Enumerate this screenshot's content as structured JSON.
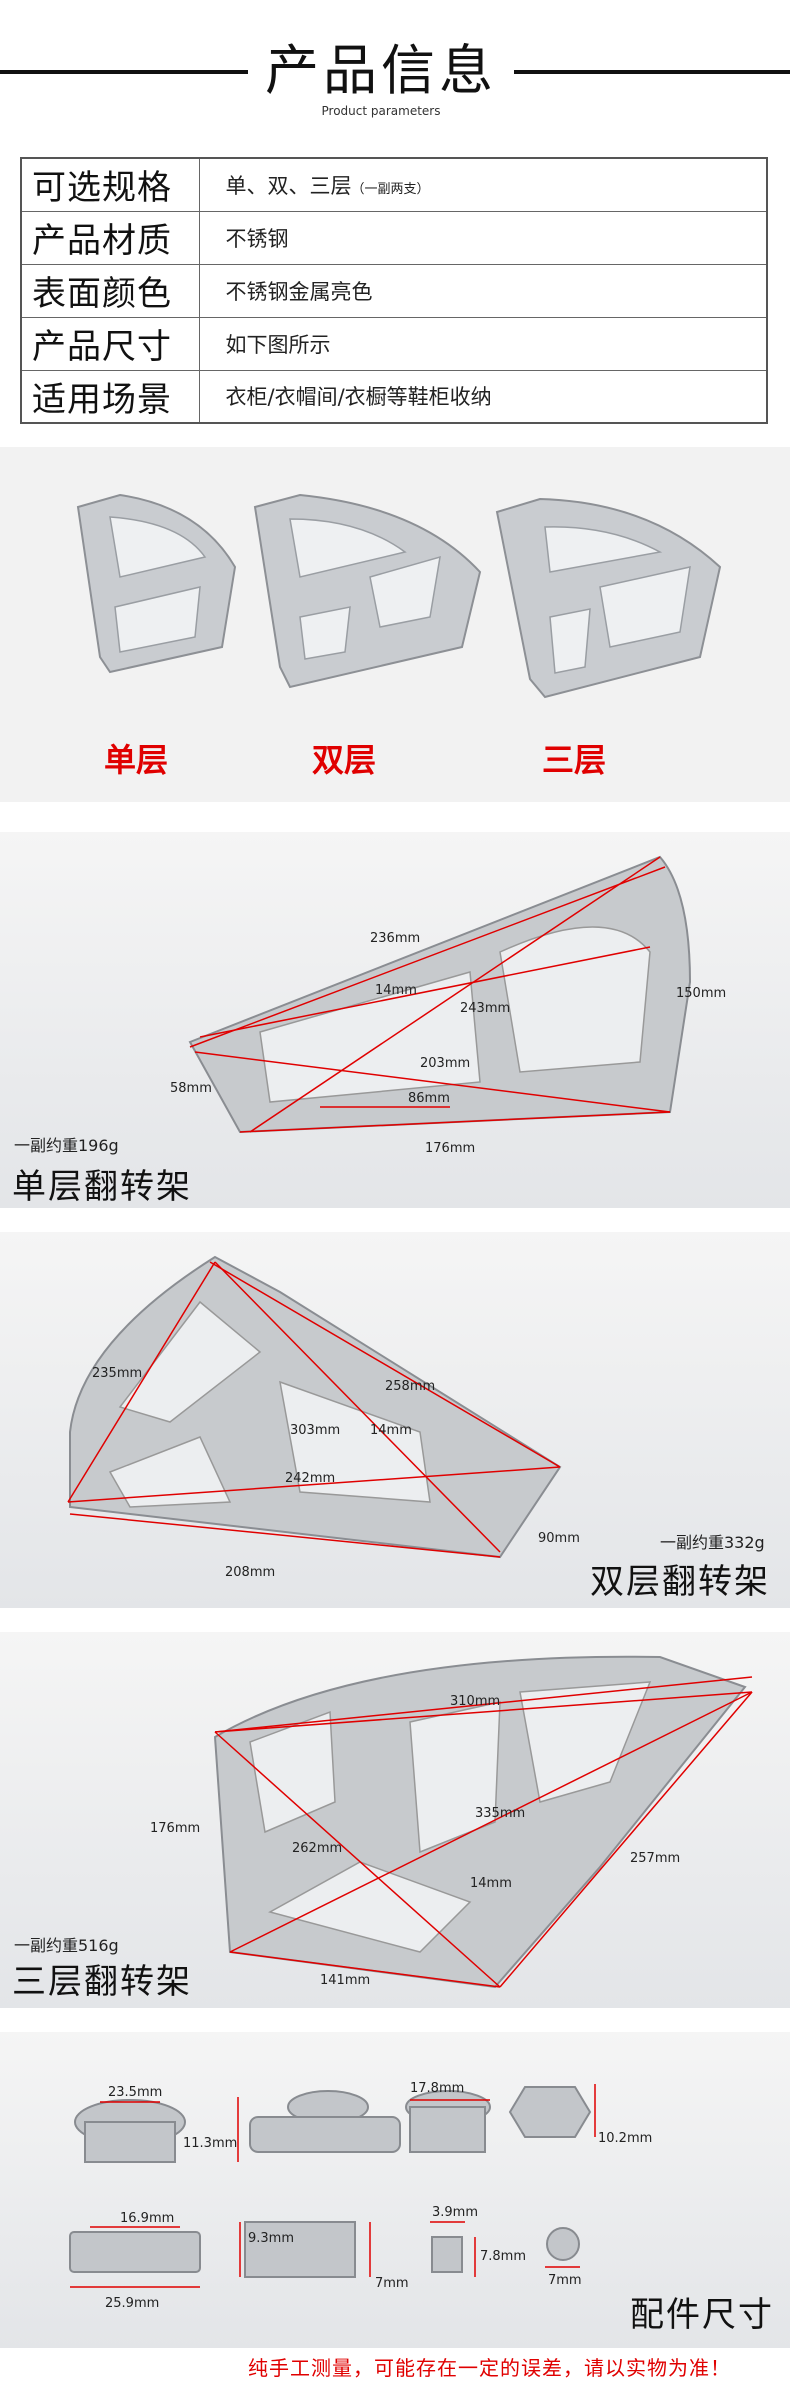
{
  "header": {
    "title": "产品信息",
    "subtitle": "Product parameters"
  },
  "spec_rows": [
    {
      "key": "可选规格",
      "value": "单、双、三层",
      "note": "（一副两支）"
    },
    {
      "key": "产品材质",
      "value": "不锈钢",
      "note": ""
    },
    {
      "key": "表面颜色",
      "value": "不锈钢金属亮色",
      "note": ""
    },
    {
      "key": "产品尺寸",
      "value": "如下图所示",
      "note": ""
    },
    {
      "key": "适用场景",
      "value": "衣柜/衣帽间/衣橱等鞋柜收纳",
      "note": ""
    }
  ],
  "variants": {
    "single": "单层",
    "double": "双层",
    "triple": "三层"
  },
  "single": {
    "dims": {
      "d1": "236mm",
      "d2": "14mm",
      "d3": "243mm",
      "d4": "150mm",
      "d5": "58mm",
      "d6": "203mm",
      "d7": "86mm",
      "d8": "176mm"
    },
    "weight": "一副约重196g",
    "caption": "单层翻转架"
  },
  "double": {
    "dims": {
      "d1": "258mm",
      "d2": "235mm",
      "d3": "303mm",
      "d4": "14mm",
      "d5": "242mm",
      "d6": "90mm",
      "d7": "208mm"
    },
    "weight": "一副约重332g",
    "caption": "双层翻转架"
  },
  "triple": {
    "dims": {
      "d1": "310mm",
      "d2": "176mm",
      "d3": "335mm",
      "d4": "262mm",
      "d5": "14mm",
      "d6": "257mm",
      "d7": "141mm"
    },
    "weight": "一副约重516g",
    "caption": "三层翻转架"
  },
  "parts": {
    "dims": {
      "d1": "23.5mm",
      "d2": "11.3mm",
      "d3": "17.8mm",
      "d4": "10.2mm",
      "d5": "3.9mm",
      "d6": "16.9mm",
      "d7": "9.3mm",
      "d8": "7.8mm",
      "d9": "7mm",
      "d10": "25.9mm",
      "d11": "7mm"
    },
    "caption": "配件尺寸"
  },
  "notice": "纯手工测量，可能存在一定的误差，请以实物为准！"
}
